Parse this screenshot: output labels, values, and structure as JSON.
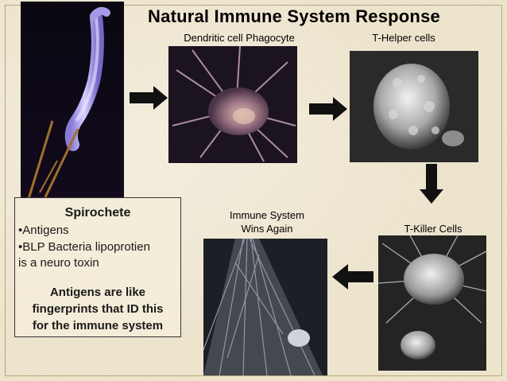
{
  "slide": {
    "title": "Natural Immune System Response",
    "labels": {
      "dendritic": "Dendritic cell Phagocyte",
      "thelper": "T-Helper cells",
      "immune_line1": "Immune System",
      "immune_line2": "Wins Again",
      "tkiller": "T-Killer Cells"
    },
    "infobox": {
      "heading": "Spirochete",
      "bullet1": "•Antigens",
      "bullet2_line1": "•BLP Bacteria lipoprotien",
      "bullet2_line2": "is a neuro toxin",
      "bold_line1": "Antigens are like",
      "bold_line2": "fingerprints that ID this",
      "bold_line3": "for the immune system"
    },
    "colors": {
      "background": "#efe6cf",
      "text": "#000000",
      "arrow": "#111111"
    }
  }
}
